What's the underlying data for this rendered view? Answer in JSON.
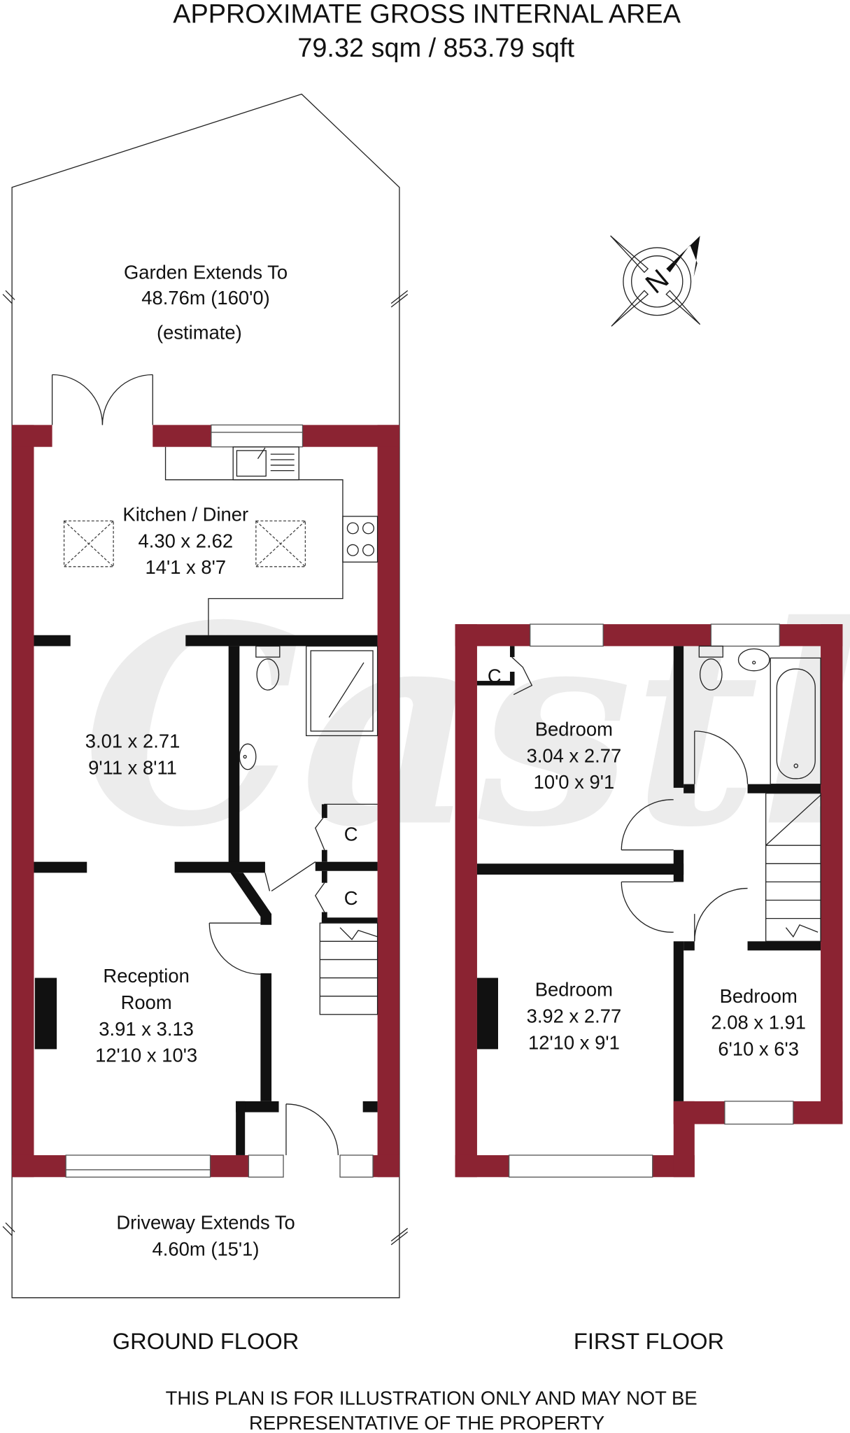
{
  "header": {
    "title": "APPROXIMATE GROSS INTERNAL AREA",
    "area": "79.32 sqm / 853.79 sqft"
  },
  "watermark": "Castles",
  "ground_floor": {
    "label": "GROUND FLOOR",
    "garden": {
      "line1": "Garden Extends To",
      "line2": "48.76m (160'0)",
      "line3": "(estimate)"
    },
    "kitchen": {
      "name": "Kitchen / Diner",
      "metric": "4.30 x 2.62",
      "imperial": "14'1 x 8'7"
    },
    "dining": {
      "metric": "3.01 x 2.71",
      "imperial": "9'11 x 8'11"
    },
    "reception": {
      "name1": "Reception",
      "name2": "Room",
      "metric": "3.91 x 3.13",
      "imperial": "12'10 x 10'3"
    },
    "cupboards": [
      "C",
      "C"
    ],
    "driveway": {
      "line1": "Driveway Extends To",
      "line2": "4.60m (15'1)"
    }
  },
  "first_floor": {
    "label": "FIRST FLOOR",
    "bedroom1": {
      "name": "Bedroom",
      "metric": "3.04 x 2.77",
      "imperial": "10'0 x 9'1"
    },
    "bedroom2": {
      "name": "Bedroom",
      "metric": "3.92 x 2.77",
      "imperial": "12'10 x 9'1"
    },
    "bedroom3": {
      "name": "Bedroom",
      "metric": "2.08 x 1.91",
      "imperial": "6'10 x 6'3"
    },
    "cupboard": "C"
  },
  "compass": {
    "label": "N"
  },
  "disclaimer": {
    "line1": "THIS PLAN IS FOR ILLUSTRATION ONLY AND MAY NOT BE",
    "line2": "REPRESENTATIVE OF THE PROPERTY"
  },
  "colors": {
    "wall": "#8b2332",
    "internal_wall": "#111111"
  }
}
